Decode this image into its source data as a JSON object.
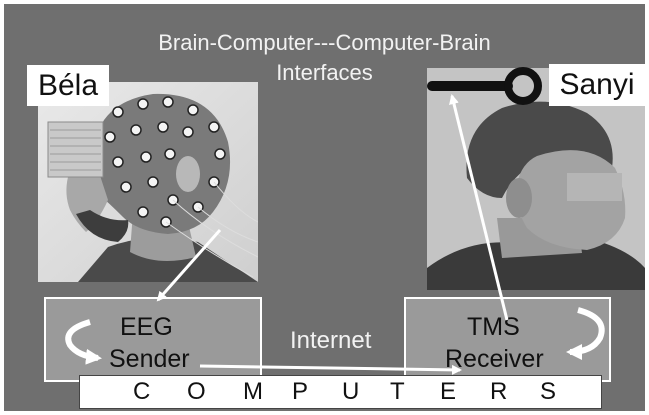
{
  "title": {
    "line1": "Brain-Computer---Computer-Brain",
    "line2": "Interfaces"
  },
  "persons": {
    "sender_name": "Béla",
    "receiver_name": "Sanyi"
  },
  "panels": {
    "sender_line1": "EEG",
    "sender_line2": "Sender",
    "receiver_line1": "TMS",
    "receiver_line2": "Receiver"
  },
  "link_label": "Internet",
  "computers_letters": [
    "C",
    "O",
    "M",
    "P",
    "U",
    "T",
    "E",
    "R",
    "S"
  ],
  "colors": {
    "background": "#6f6f6f",
    "text_light": "#f2f2f2",
    "panel_fill": "#9a9a9a",
    "arrow": "#ffffff"
  }
}
